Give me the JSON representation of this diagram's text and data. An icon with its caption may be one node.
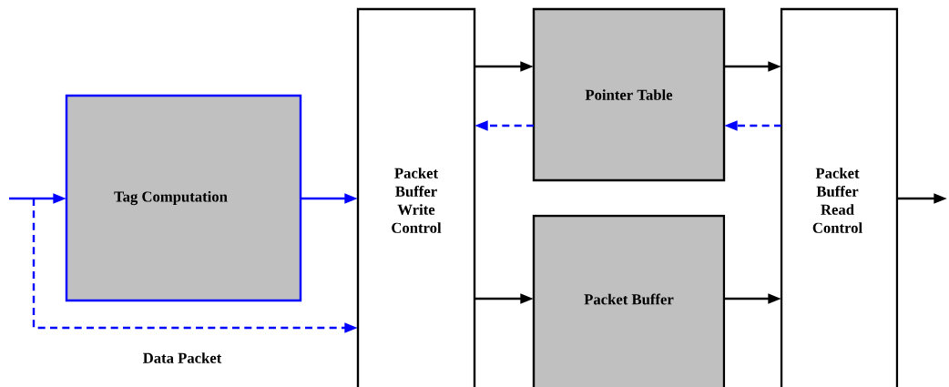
{
  "diagram": {
    "nodes": [
      {
        "text": [
          "Tag Computation"
        ]
      },
      {
        "text": [
          "Packet Buffer Write Control"
        ]
      },
      {
        "text": [
          "Pointer Table"
        ]
      },
      {
        "text": [
          "Packet Buffer"
        ]
      },
      {
        "text": [
          "Packet Buffer Read Control"
        ]
      }
    ],
    "edges": [
      {
        "from": null,
        "to": 0,
        "arrow": "to",
        "color": "#0000ff"
      },
      {
        "from": 0,
        "to": 1,
        "arrow": "to",
        "color": "#0000ff"
      },
      {
        "from": null,
        "to": 1,
        "arrow": "to",
        "style": "dashed",
        "color": "#0000ff",
        "label": "Data Packet"
      },
      {
        "from": 1,
        "to": 2,
        "arrow": "to",
        "color": "#000000"
      },
      {
        "from": 2,
        "to": 1,
        "arrow": "to",
        "style": "dashed",
        "color": "#0000ff"
      },
      {
        "from": 1,
        "to": 3,
        "arrow": "to",
        "color": "#000000"
      },
      {
        "from": 2,
        "to": 4,
        "arrow": "to",
        "color": "#000000"
      },
      {
        "from": 4,
        "to": 2,
        "arrow": "to",
        "style": "dashed",
        "color": "#0000ff"
      },
      {
        "from": 3,
        "to": 4,
        "arrow": "to",
        "color": "#000000"
      },
      {
        "from": 4,
        "to": null,
        "arrow": "to",
        "color": "#000000"
      }
    ]
  }
}
